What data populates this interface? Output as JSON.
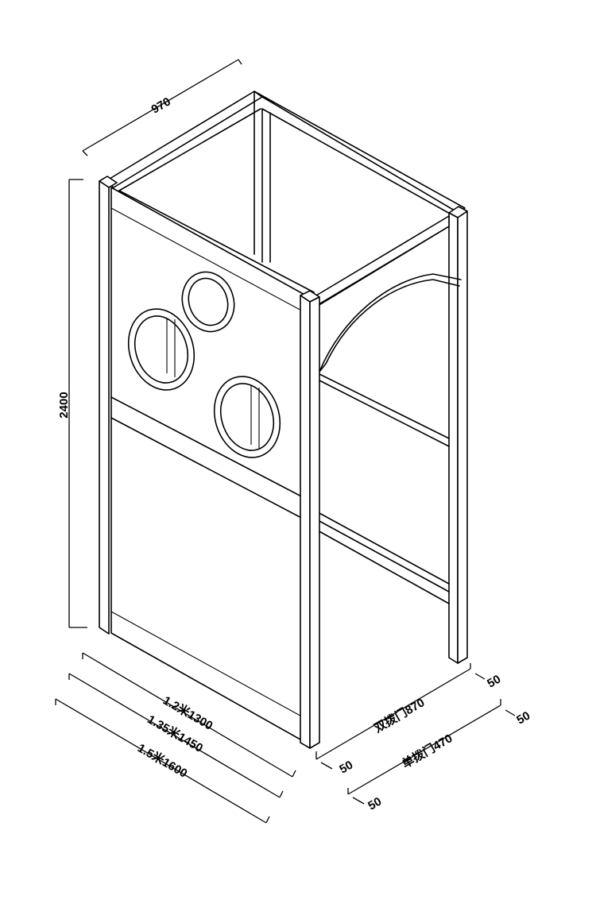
{
  "dimensions": {
    "width_top": "970",
    "height": "2400",
    "length_1_2": "1.2米1300",
    "length_1_35": "1.35米1450",
    "length_1_5": "1.5米1600",
    "double_door": "双拨门870",
    "single_door": "单拨门470",
    "post_a": "50",
    "post_b": "50",
    "post_c": "50",
    "post_d": "50"
  }
}
